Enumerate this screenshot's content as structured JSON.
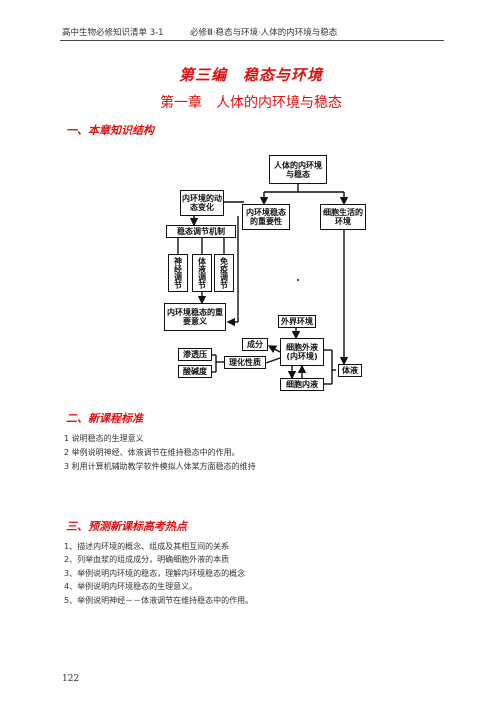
{
  "header": {
    "left": "高中生物必修知识清单 3-1",
    "right": "必修Ⅲ·稳态与环境·人体的内环境与稳态"
  },
  "part_title": "第三编　稳态与环境",
  "chapter_title": "第一章　人体的内环境与稳态",
  "sections": [
    {
      "heading": "一、本章知识结构"
    },
    {
      "heading": "二、新课程标准",
      "items": [
        "1 说明稳态的生理意义",
        "2 举例说明神经、体液调节在维持稳态中的作用。",
        "3 利用计算机辅助教学软件模拟人体某方面稳态的维持"
      ]
    },
    {
      "heading": "三、预测新课标高考热点",
      "items": [
        "1、描述内环境的概念、组成及其相互间的关系",
        "2、列举血浆的组成成分，明确细胞外液的本质",
        "3、举例说明内环境的稳态，理解内环境稳态的概念",
        "4、举例说明内环境稳态的生理意义。",
        "5、举例说明神经－－体液调节在维持稳态中的作用。"
      ]
    }
  ],
  "diagram": {
    "top": "人体的内环境与稳态",
    "dynamic_change": "内环境的动态变化",
    "important_change": "内环境稳态的重要性",
    "cell_environment": "细胞生活的环境",
    "regulation": "稳态调节机制",
    "nerve": "神经调节",
    "humoral": "体液调节",
    "immune": "免疫调节",
    "significance": "内环境稳态的重要意义",
    "external": "外界环境",
    "components": "成分",
    "osmotic": "渗透压",
    "physchem": "理化性质",
    "ph": "酸碱度",
    "ecf": "细胞外液(内环境)",
    "icf": "细胞内液",
    "body_fluid": "体液"
  },
  "page_number": "122"
}
